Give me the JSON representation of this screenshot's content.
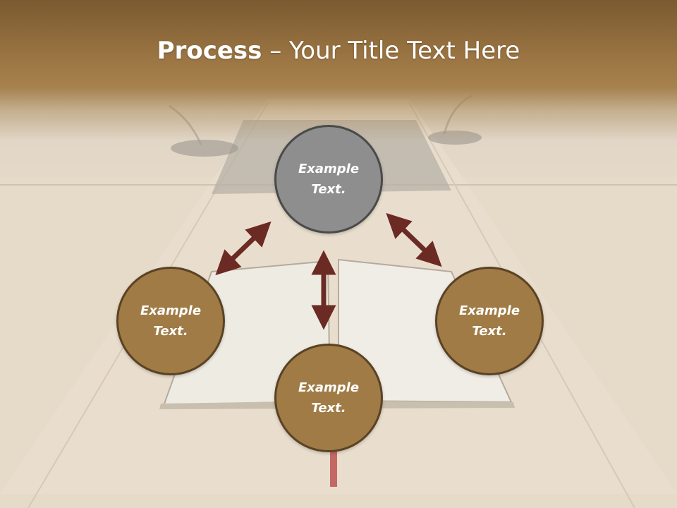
{
  "title": {
    "bold": "Process",
    "dash": " – ",
    "rest": "Your Title Text Here"
  },
  "nodes": {
    "top": "Example Text.",
    "left": "Example Text.",
    "right": "Example Text.",
    "bottom": "Example Text."
  },
  "colors": {
    "node": "#a07b46",
    "node_top": "#8e8e8e",
    "arrow": "#6b2a24",
    "title_band": "#9a7442"
  }
}
